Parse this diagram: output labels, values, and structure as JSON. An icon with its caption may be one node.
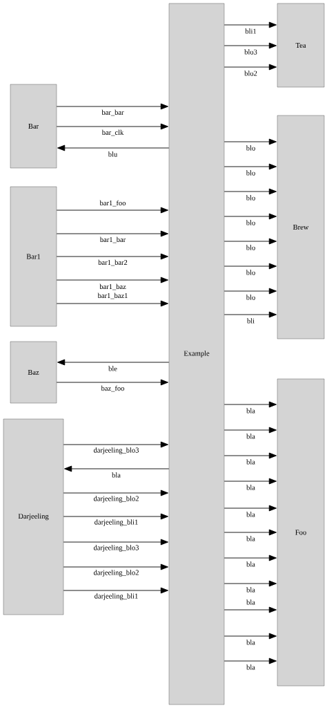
{
  "diagram": {
    "nodes": [
      {
        "text": [
          "Bar"
        ]
      },
      {
        "text": [
          "Bar1"
        ]
      },
      {
        "text": [
          "Baz"
        ]
      },
      {
        "text": [
          "Darjeeling"
        ]
      },
      {
        "text": [
          "Example"
        ]
      },
      {
        "text": [
          "Tea"
        ]
      },
      {
        "text": [
          "Brew"
        ]
      },
      {
        "text": [
          "Foo"
        ]
      }
    ],
    "edges": [
      {
        "from": 4,
        "to": 5,
        "arrow": "to",
        "label": "bli1"
      },
      {
        "from": 4,
        "to": 5,
        "arrow": "to",
        "label": "blo3"
      },
      {
        "from": 4,
        "to": 5,
        "arrow": "to",
        "label": "blo2"
      },
      {
        "from": 0,
        "to": 4,
        "arrow": "to",
        "label": "bar_bar"
      },
      {
        "from": 0,
        "to": 4,
        "arrow": "to",
        "label": "bar_clk"
      },
      {
        "from": 4,
        "to": 6,
        "arrow": "to",
        "label": "blo"
      },
      {
        "from": 4,
        "to": 0,
        "arrow": "to",
        "label": "blu"
      },
      {
        "from": 4,
        "to": 6,
        "arrow": "to",
        "label": "blo"
      },
      {
        "from": 4,
        "to": 6,
        "arrow": "to",
        "label": "blo"
      },
      {
        "from": 1,
        "to": 4,
        "arrow": "to",
        "label": "bar1_foo"
      },
      {
        "from": 4,
        "to": 6,
        "arrow": "to",
        "label": "blo"
      },
      {
        "from": 4,
        "to": 6,
        "arrow": "to",
        "label": "blo"
      },
      {
        "from": 1,
        "to": 4,
        "arrow": "to",
        "label": "bar1_bar"
      },
      {
        "from": 4,
        "to": 6,
        "arrow": "to",
        "label": "blo"
      },
      {
        "from": 1,
        "to": 4,
        "arrow": "to",
        "label": "bar1_bar2"
      },
      {
        "from": 4,
        "to": 6,
        "arrow": "to",
        "label": "blo"
      },
      {
        "from": 1,
        "to": 4,
        "arrow": "to",
        "label": "bar1_baz"
      },
      {
        "from": 1,
        "to": 4,
        "arrow": "to",
        "label": "bar1_baz1"
      },
      {
        "from": 4,
        "to": 6,
        "arrow": "to",
        "label": "bli"
      },
      {
        "from": 4,
        "to": 2,
        "arrow": "to",
        "label": "ble"
      },
      {
        "from": 2,
        "to": 4,
        "arrow": "to",
        "label": "baz_foo"
      },
      {
        "from": 4,
        "to": 7,
        "arrow": "to",
        "label": "bla"
      },
      {
        "from": 4,
        "to": 7,
        "arrow": "to",
        "label": "bla"
      },
      {
        "from": 3,
        "to": 4,
        "arrow": "to",
        "label": "darjeeling_blo3"
      },
      {
        "from": 4,
        "to": 7,
        "arrow": "to",
        "label": "bla"
      },
      {
        "from": 4,
        "to": 3,
        "arrow": "to",
        "label": "bla"
      },
      {
        "from": 4,
        "to": 7,
        "arrow": "to",
        "label": "bla"
      },
      {
        "from": 3,
        "to": 4,
        "arrow": "to",
        "label": "darjeeling_blo2"
      },
      {
        "from": 4,
        "to": 7,
        "arrow": "to",
        "label": "bla"
      },
      {
        "from": 3,
        "to": 4,
        "arrow": "to",
        "label": "darjeeling_bli1"
      },
      {
        "from": 4,
        "to": 7,
        "arrow": "to",
        "label": "bla"
      },
      {
        "from": 3,
        "to": 4,
        "arrow": "to",
        "label": "darjeeling_blo3"
      },
      {
        "from": 4,
        "to": 7,
        "arrow": "to",
        "label": "bla"
      },
      {
        "from": 3,
        "to": 4,
        "arrow": "to",
        "label": "darjeeling_blo2"
      },
      {
        "from": 4,
        "to": 7,
        "arrow": "to",
        "label": "bla"
      },
      {
        "from": 3,
        "to": 4,
        "arrow": "to",
        "label": "darjeeling_bli1"
      },
      {
        "from": 4,
        "to": 7,
        "arrow": "to",
        "label": "bla"
      },
      {
        "from": 4,
        "to": 7,
        "arrow": "to",
        "label": "bla"
      },
      {
        "from": 4,
        "to": 7,
        "arrow": "to",
        "label": "bla"
      }
    ]
  }
}
